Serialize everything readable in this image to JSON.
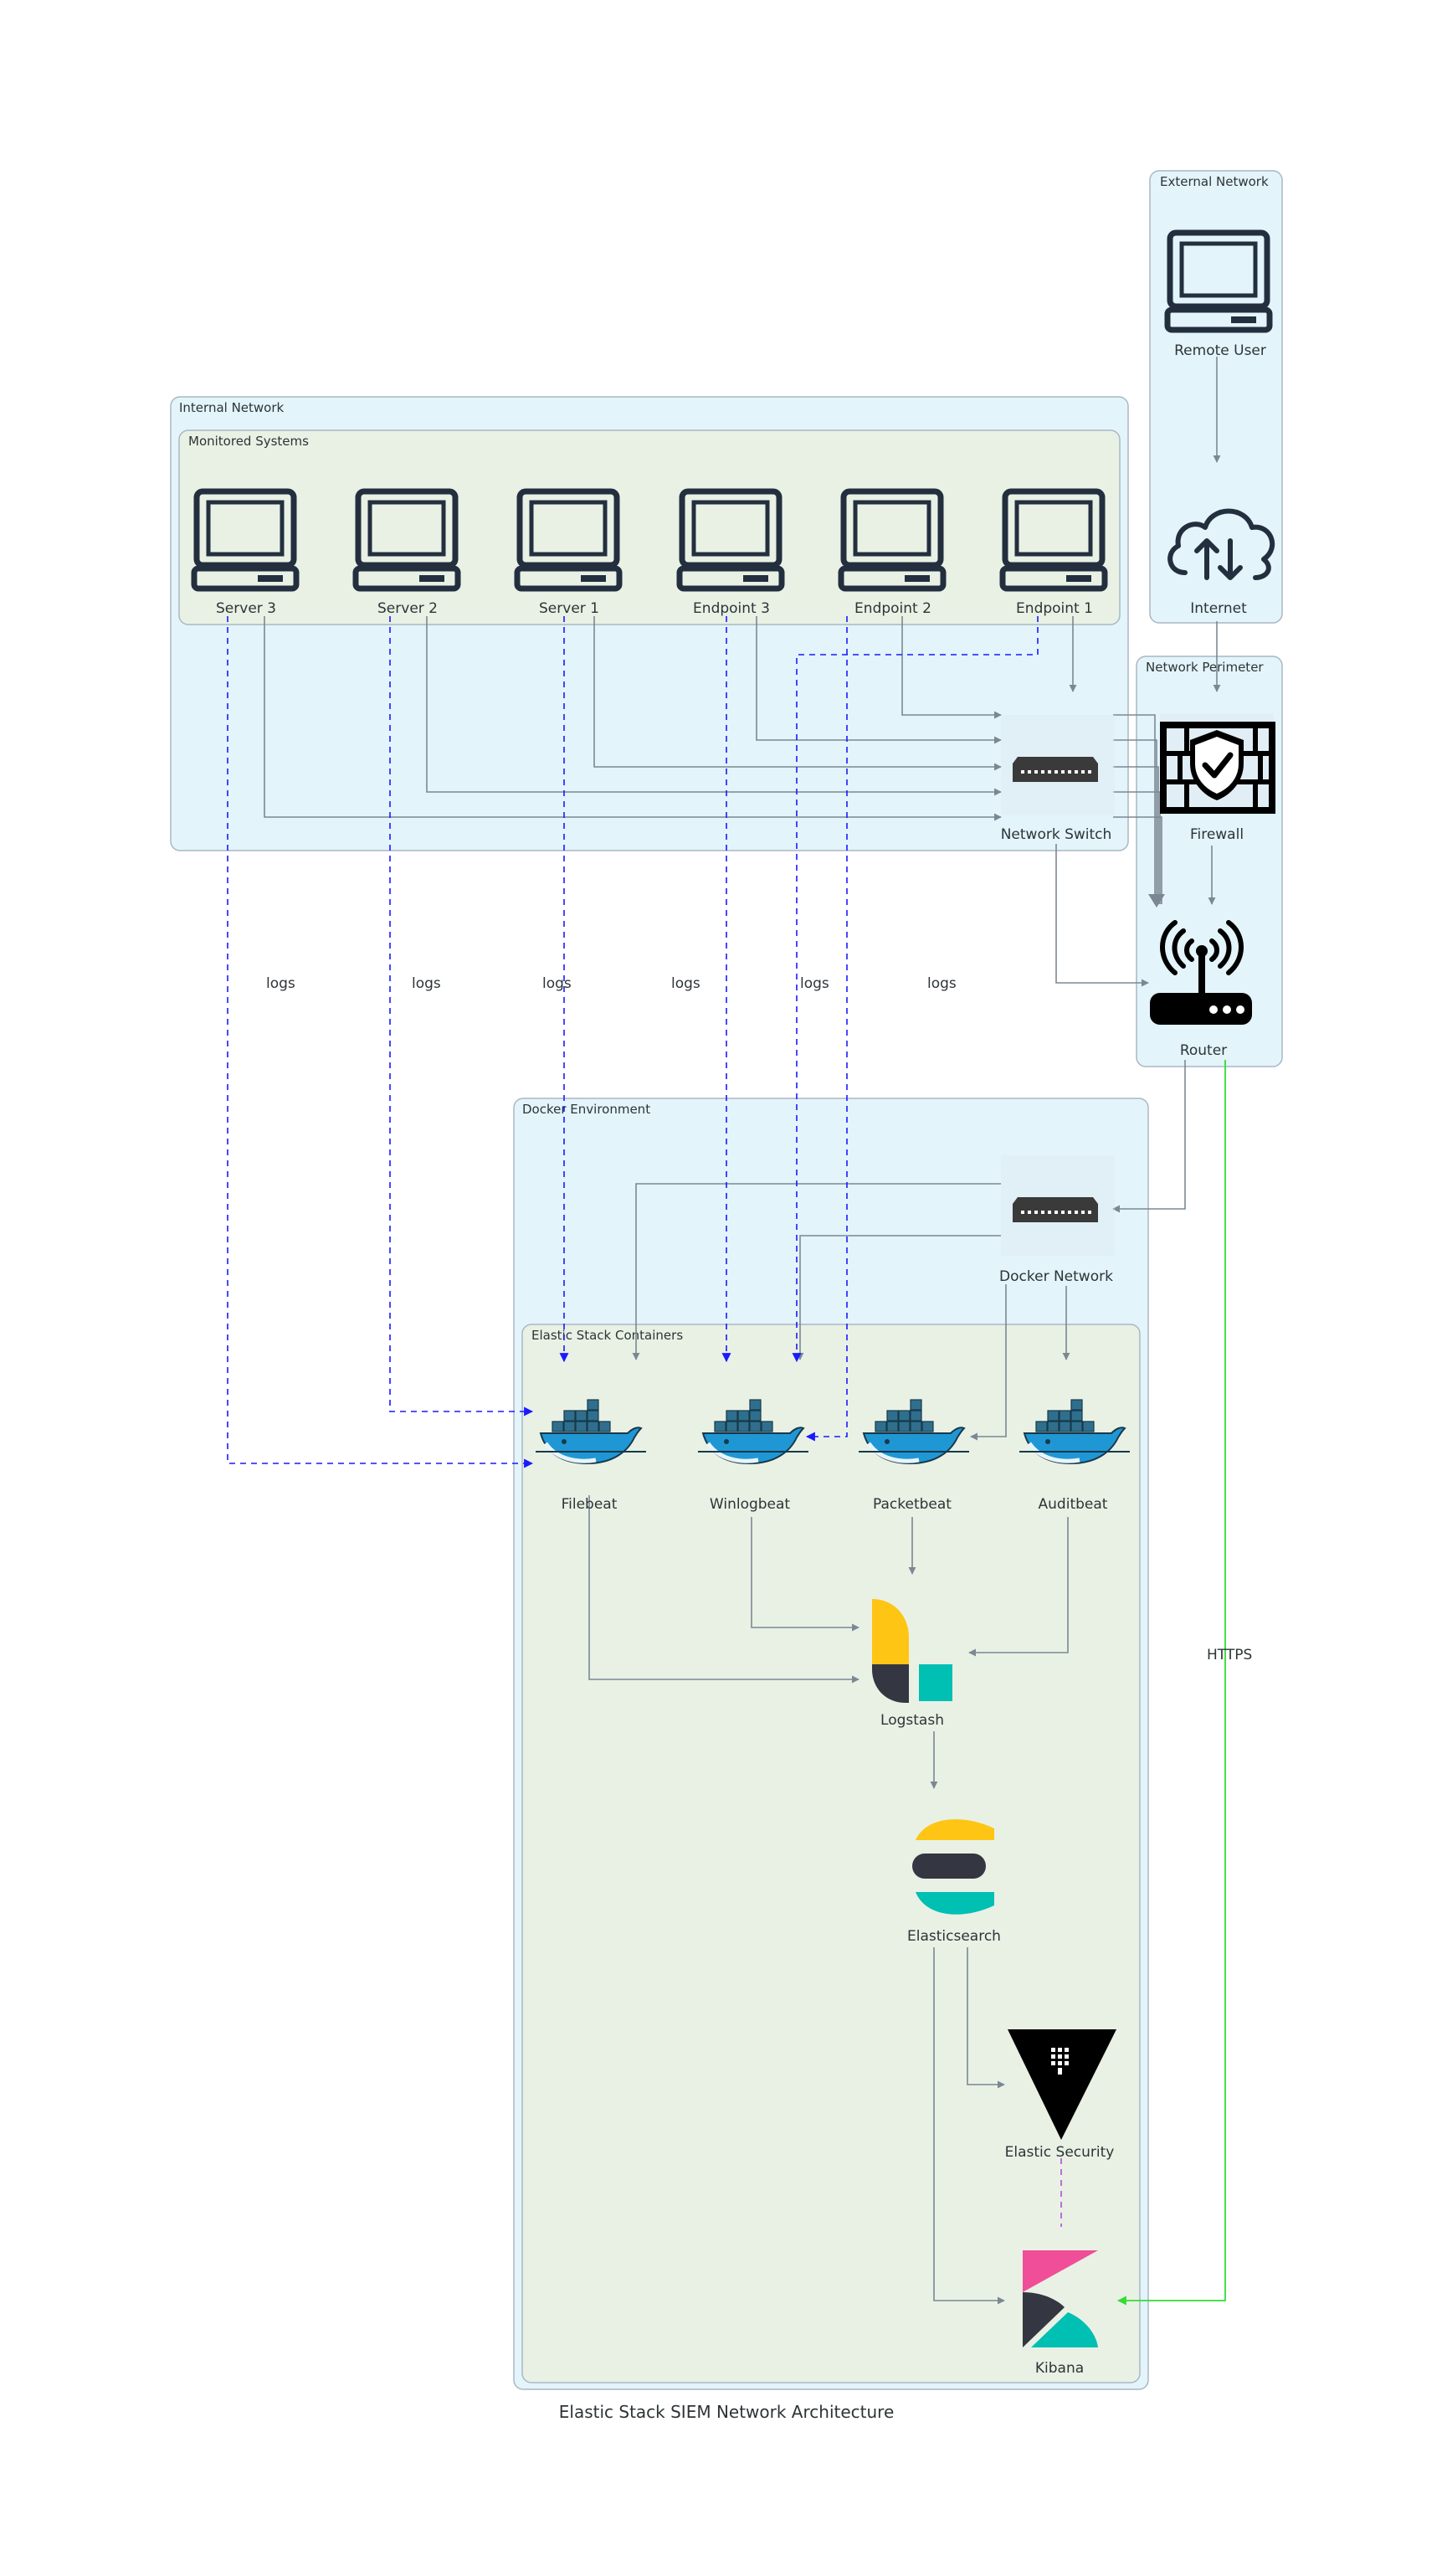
{
  "title": "Elastic Stack SIEM Network Architecture",
  "clusters": {
    "external": "External Network",
    "internal": "Internal Network",
    "monitored": "Monitored Systems",
    "perimeter": "Network Perimeter",
    "docker": "Docker Environment",
    "elastic": "Elastic Stack Containers"
  },
  "nodes": {
    "remote_user": "Remote User",
    "internet": "Internet",
    "server3": "Server 3",
    "server2": "Server 2",
    "server1": "Server 1",
    "endpoint3": "Endpoint 3",
    "endpoint2": "Endpoint 2",
    "endpoint1": "Endpoint 1",
    "network_switch": "Network Switch",
    "firewall": "Firewall",
    "router": "Router",
    "docker_network": "Docker Network",
    "filebeat": "Filebeat",
    "winlogbeat": "Winlogbeat",
    "packetbeat": "Packetbeat",
    "auditbeat": "Auditbeat",
    "logstash": "Logstash",
    "elasticsearch": "Elasticsearch",
    "elastic_security": "Elastic Security",
    "kibana": "Kibana"
  },
  "edge_labels": {
    "logs_1": "logs",
    "logs_2": "logs",
    "logs_3": "logs",
    "logs_4": "logs",
    "logs_5": "logs",
    "logs_6": "logs",
    "https": "HTTPS"
  },
  "colors": {
    "cluster_blue_fill": "#e3f4fb",
    "cluster_green_fill": "#e9f1e5",
    "cluster_stroke": "#aab7c4",
    "edge_gray": "#7b8894",
    "edge_blue": "#1a1aff",
    "edge_green": "#33dd33",
    "edge_purple": "#b04fd6",
    "icon_dark": "#232f3e",
    "docker_blue": "#2496ed",
    "elastic_yellow": "#fec514",
    "elastic_teal": "#00bfb3",
    "elastic_dark": "#343741",
    "kibana_pink": "#f04e98"
  }
}
